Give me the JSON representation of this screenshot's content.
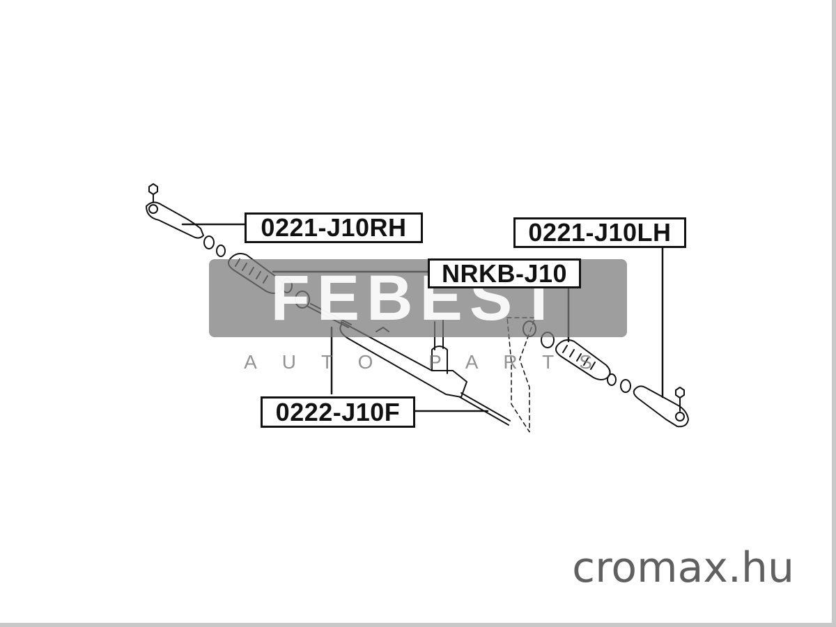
{
  "parts": {
    "tie_rod_end_right": "0221-J10RH",
    "tie_rod_end_left": "0221-J10LH",
    "rack_boot": "NRKB-J10",
    "inner_tie_rod": "0222-J10F"
  },
  "watermark": {
    "brand": "FEBEST",
    "subtitle": "AUTO PARTS"
  },
  "site": "cromax.hu",
  "colors": {
    "line": "#111111",
    "watermark_bg": "#787878",
    "site_text": "#606060"
  }
}
